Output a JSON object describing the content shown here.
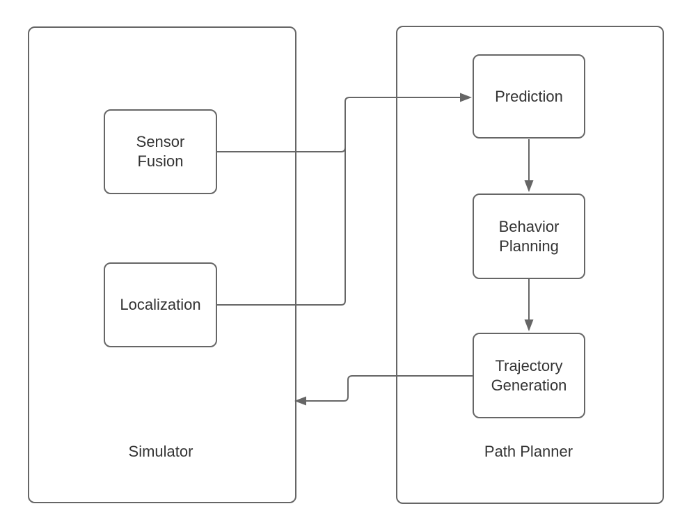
{
  "diagram": {
    "background_color": "#ffffff",
    "stroke_color": "#666666",
    "text_color": "#333333",
    "containers": {
      "simulator": {
        "label": "Simulator"
      },
      "path_planner": {
        "label": "Path Planner"
      }
    },
    "nodes": {
      "sensor_fusion": {
        "label": "Sensor\nFusion",
        "container": "Simulator"
      },
      "localization": {
        "label": "Localization",
        "container": "Simulator"
      },
      "prediction": {
        "label": "Prediction",
        "container": "Path Planner"
      },
      "behavior_planning": {
        "label": "Behavior\nPlanning",
        "container": "Path Planner"
      },
      "trajectory_generation": {
        "label": "Trajectory\nGeneration",
        "container": "Path Planner"
      }
    },
    "edges": [
      {
        "from": "Sensor Fusion",
        "to": "Prediction",
        "arrow": true
      },
      {
        "from": "Localization",
        "to": "Prediction",
        "arrow": true
      },
      {
        "from": "Prediction",
        "to": "Behavior Planning",
        "arrow": true
      },
      {
        "from": "Behavior Planning",
        "to": "Trajectory Generation",
        "arrow": true
      },
      {
        "from": "Trajectory Generation",
        "to": "Simulator",
        "arrow": true
      }
    ]
  }
}
